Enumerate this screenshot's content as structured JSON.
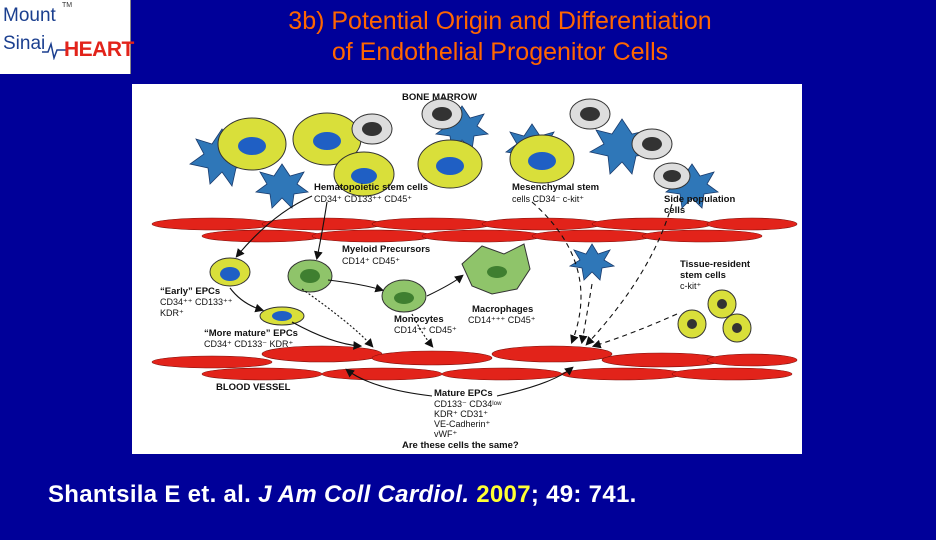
{
  "logo": {
    "line1": "Mount",
    "line2": "Sinai",
    "brand": "HEART",
    "tm": "TM"
  },
  "title": {
    "line1": "3b) Potential Origin and Differentiation",
    "line2": "of Endothelial Progenitor Cells"
  },
  "diagram": {
    "bone_marrow": "BONE MARROW",
    "hsc_title": "Hematopoietic stem cells",
    "hsc_markers": "CD34⁺ CD133⁺⁺ CD45⁺",
    "msc_title": "Mesenchymal stem",
    "msc_markers": "cells CD34⁻ c-kit⁺",
    "sp_line1": "Side population",
    "sp_line2": "cells",
    "myeloid_title": "Myeloid Precursors",
    "myeloid_markers": "CD14⁺ CD45⁺",
    "early_title": "“Early” EPCs",
    "early_markers1": "CD34⁺⁺ CD133⁺⁺",
    "early_markers2": "KDR⁺",
    "mature_title": "“More mature” EPCs",
    "mature_markers": "CD34⁺ CD133⁻ KDR⁺",
    "monocytes_title": "Monocytes",
    "monocytes_markers": "CD14⁺⁺ CD45⁺",
    "macro_title": "Macrophages",
    "macro_markers": "CD14⁺⁺⁺ CD45⁺",
    "tissue_line1": "Tissue-resident",
    "tissue_line2": "stem cells",
    "tissue_line3": "c-kit⁺",
    "blood_vessel": "BLOOD VESSEL",
    "mature_epcs_title": "Mature EPCs",
    "mature_epcs_l1": "CD133⁻ CD34ˡᵒʷ",
    "mature_epcs_l2": "KDR⁺ CD31⁺",
    "mature_epcs_l3": "VE-Cadherin⁺",
    "mature_epcs_l4": "vWF⁺",
    "question": "Are these cells the same?"
  },
  "citation": {
    "authors": "Shantsila E et. al. ",
    "journal": "J Am Coll Cardiol.",
    "year": "2007",
    "rest": "; 49: 741."
  },
  "colors": {
    "background": "#000099",
    "title": "#ff6600",
    "year": "#ffff33",
    "vessel": "#e2231a",
    "stem_cell": "#d9df3a",
    "nucleus": "#1f5fc4",
    "star": "#2f77b8"
  }
}
